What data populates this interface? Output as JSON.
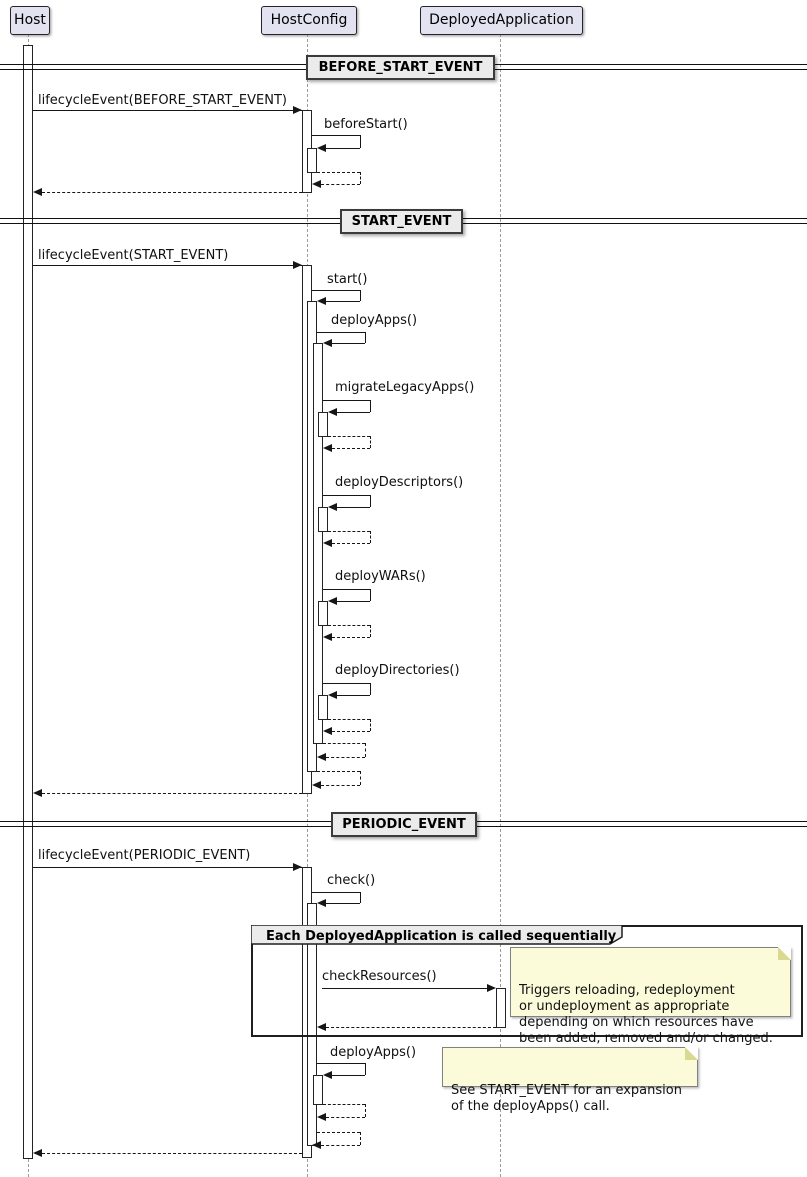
{
  "diagram": {
    "participants": [
      {
        "name": "Host"
      },
      {
        "name": "HostConfig"
      },
      {
        "name": "DeployedApplication"
      }
    ],
    "dividers": [
      {
        "label": "BEFORE_START_EVENT"
      },
      {
        "label": "START_EVENT"
      },
      {
        "label": "PERIODIC_EVENT"
      }
    ],
    "messages": {
      "lifecycle_before_start": "lifecycleEvent(BEFORE_START_EVENT)",
      "before_start": "beforeStart()",
      "lifecycle_start": "lifecycleEvent(START_EVENT)",
      "start": "start()",
      "deploy_apps": "deployApps()",
      "migrate_legacy_apps": "migrateLegacyApps()",
      "deploy_descriptors": "deployDescriptors()",
      "deploy_wars": "deployWARs()",
      "deploy_directories": "deployDirectories()",
      "lifecycle_periodic": "lifecycleEvent(PERIODIC_EVENT)",
      "check": "check()",
      "check_resources": "checkResources()",
      "deploy_apps_periodic": "deployApps()"
    },
    "group": {
      "title": "Each DeployedApplication is called sequentially"
    },
    "notes": {
      "check_resources_note": "Triggers reloading, redeployment\nor undeployment as appropriate\ndepending on which resources have\nbeen added, removed and/or changed.",
      "deploy_apps_note": "See START_EVENT for an expansion\nof the deployApps() call."
    },
    "colors": {
      "participant_fill": "#E2E2F0",
      "note_fill": "#FBFBD9",
      "divider_fill": "#EBEBEB",
      "line": "#161616",
      "lifeline": "#9A9A9A"
    }
  }
}
